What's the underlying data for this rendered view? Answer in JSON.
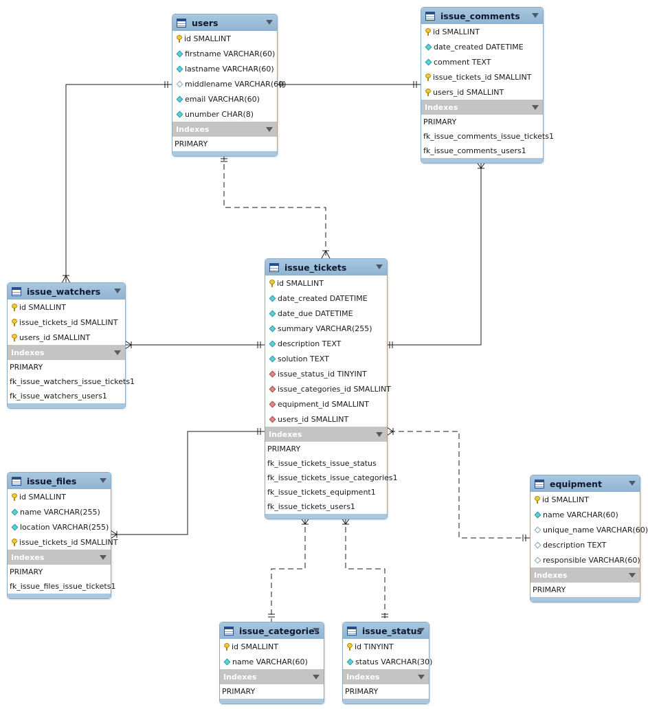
{
  "tables": {
    "users": {
      "name": "users",
      "columns": [
        {
          "text": "id SMALLINT",
          "icon": "primary-key-icon"
        },
        {
          "text": "firstname VARCHAR(60)",
          "icon": "not-null-column-icon"
        },
        {
          "text": "lastname VARCHAR(60)",
          "icon": "not-null-column-icon"
        },
        {
          "text": "middlename VARCHAR(60)",
          "icon": "nullable-column-icon"
        },
        {
          "text": "email VARCHAR(60)",
          "icon": "not-null-column-icon"
        },
        {
          "text": "unumber CHAR(8)",
          "icon": "not-null-column-icon"
        }
      ],
      "indexes_label": "Indexes",
      "indexes": [
        "PRIMARY"
      ]
    },
    "issue_comments": {
      "name": "issue_comments",
      "columns": [
        {
          "text": "id SMALLINT",
          "icon": "primary-key-icon"
        },
        {
          "text": "date_created DATETIME",
          "icon": "not-null-column-icon"
        },
        {
          "text": "comment TEXT",
          "icon": "not-null-column-icon"
        },
        {
          "text": "issue_tickets_id SMALLINT",
          "icon": "primary-key-icon"
        },
        {
          "text": "users_id SMALLINT",
          "icon": "primary-key-icon"
        }
      ],
      "indexes_label": "Indexes",
      "indexes": [
        "PRIMARY",
        "fk_issue_comments_issue_tickets1",
        "fk_issue_comments_users1"
      ]
    },
    "issue_watchers": {
      "name": "issue_watchers",
      "columns": [
        {
          "text": "id SMALLINT",
          "icon": "primary-key-icon"
        },
        {
          "text": "issue_tickets_id SMALLINT",
          "icon": "primary-key-icon"
        },
        {
          "text": "users_id SMALLINT",
          "icon": "primary-key-icon"
        }
      ],
      "indexes_label": "Indexes",
      "indexes": [
        "PRIMARY",
        "fk_issue_watchers_issue_tickets1",
        "fk_issue_watchers_users1"
      ]
    },
    "issue_tickets": {
      "name": "issue_tickets",
      "columns": [
        {
          "text": "id SMALLINT",
          "icon": "primary-key-icon"
        },
        {
          "text": "date_created DATETIME",
          "icon": "not-null-column-icon"
        },
        {
          "text": "date_due DATETIME",
          "icon": "not-null-column-icon"
        },
        {
          "text": "summary VARCHAR(255)",
          "icon": "not-null-column-icon"
        },
        {
          "text": "description TEXT",
          "icon": "not-null-column-icon"
        },
        {
          "text": "solution TEXT",
          "icon": "not-null-column-icon"
        },
        {
          "text": "issue_status_id TINYINT",
          "icon": "foreign-key-icon"
        },
        {
          "text": "issue_categories_id SMALLINT",
          "icon": "foreign-key-icon"
        },
        {
          "text": "equipment_id SMALLINT",
          "icon": "foreign-key-icon"
        },
        {
          "text": "users_id SMALLINT",
          "icon": "foreign-key-icon"
        }
      ],
      "indexes_label": "Indexes",
      "indexes": [
        "PRIMARY",
        "fk_issue_tickets_issue_status",
        "fk_issue_tickets_issue_categories1",
        "fk_issue_tickets_equipment1",
        "fk_issue_tickets_users1"
      ]
    },
    "issue_files": {
      "name": "issue_files",
      "columns": [
        {
          "text": "id SMALLINT",
          "icon": "primary-key-icon"
        },
        {
          "text": "name VARCHAR(255)",
          "icon": "not-null-column-icon"
        },
        {
          "text": "location VARCHAR(255)",
          "icon": "not-null-column-icon"
        },
        {
          "text": "issue_tickets_id SMALLINT",
          "icon": "primary-key-icon"
        }
      ],
      "indexes_label": "Indexes",
      "indexes": [
        "PRIMARY",
        "fk_issue_files_issue_tickets1"
      ]
    },
    "equipment": {
      "name": "equipment",
      "columns": [
        {
          "text": "id SMALLINT",
          "icon": "primary-key-icon"
        },
        {
          "text": "name VARCHAR(60)",
          "icon": "not-null-column-icon"
        },
        {
          "text": "unique_name VARCHAR(60)",
          "icon": "nullable-column-icon"
        },
        {
          "text": "description TEXT",
          "icon": "nullable-column-icon"
        },
        {
          "text": "responsible VARCHAR(60)",
          "icon": "nullable-column-icon"
        }
      ],
      "indexes_label": "Indexes",
      "indexes": [
        "PRIMARY"
      ]
    },
    "issue_categories": {
      "name": "issue_categories",
      "columns": [
        {
          "text": "id SMALLINT",
          "icon": "primary-key-icon"
        },
        {
          "text": "name VARCHAR(60)",
          "icon": "not-null-column-icon"
        }
      ],
      "indexes_label": "Indexes",
      "indexes": [
        "PRIMARY"
      ]
    },
    "issue_status": {
      "name": "issue_status",
      "columns": [
        {
          "text": "id TINYINT",
          "icon": "primary-key-icon"
        },
        {
          "text": "status VARCHAR(30)",
          "icon": "not-null-column-icon"
        }
      ],
      "indexes_label": "Indexes",
      "indexes": [
        "PRIMARY"
      ]
    }
  },
  "relationships": [
    {
      "from": "issue_watchers",
      "to": "users",
      "style": "identifying"
    },
    {
      "from": "issue_comments",
      "to": "users",
      "style": "identifying"
    },
    {
      "from": "issue_tickets",
      "to": "users",
      "style": "non-identifying"
    },
    {
      "from": "issue_comments",
      "to": "issue_tickets",
      "style": "identifying"
    },
    {
      "from": "issue_watchers",
      "to": "issue_tickets",
      "style": "identifying"
    },
    {
      "from": "issue_files",
      "to": "issue_tickets",
      "style": "identifying"
    },
    {
      "from": "issue_tickets",
      "to": "equipment",
      "style": "non-identifying"
    },
    {
      "from": "issue_tickets",
      "to": "issue_categories",
      "style": "non-identifying"
    },
    {
      "from": "issue_tickets",
      "to": "issue_status",
      "style": "non-identifying"
    }
  ],
  "colors": {
    "header": "#a9c8e0",
    "index_header": "#c4c4c4",
    "line": "#1a1a1a"
  }
}
